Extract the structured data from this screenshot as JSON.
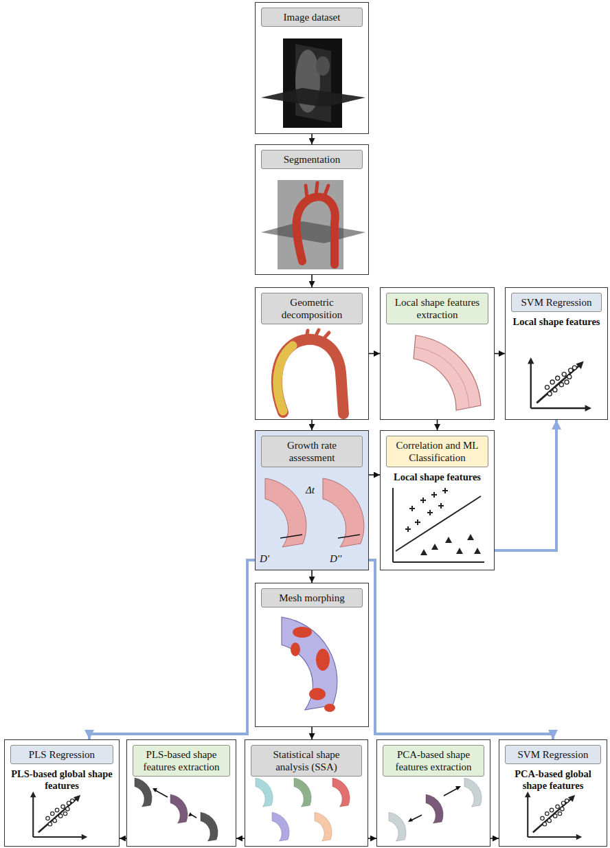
{
  "diagram": {
    "nodes": [
      {
        "text": [
          "Image dataset"
        ]
      },
      {
        "text": [
          "Segmentation"
        ]
      },
      {
        "text": [
          "Geometric decomposition"
        ]
      },
      {
        "text": [
          "Local shape features extraction"
        ]
      },
      {
        "text": [
          "SVM Regression",
          "Local shape features"
        ]
      },
      {
        "text": [
          "Growth rate assessment"
        ]
      },
      {
        "text": [
          "Correlation and ML Classification",
          "Local shape features"
        ]
      },
      {
        "text": [
          "Mesh morphing"
        ]
      },
      {
        "text": [
          "PLS Regression",
          "PLS-based global shape features"
        ]
      },
      {
        "text": [
          "PLS-based shape features extraction"
        ]
      },
      {
        "text": [
          "Statistical shape analysis (SSA)"
        ]
      },
      {
        "text": [
          "PCA-based shape features extraction"
        ]
      },
      {
        "text": [
          "SVM Regression",
          "PCA-based global shape features"
        ]
      }
    ],
    "edges": [
      {
        "from": 0,
        "to": 1,
        "arrow": "to"
      },
      {
        "from": 1,
        "to": 2,
        "arrow": "to"
      },
      {
        "from": 2,
        "to": 3,
        "arrow": "to"
      },
      {
        "from": 3,
        "to": 4,
        "arrow": "to"
      },
      {
        "from": 2,
        "to": 5,
        "arrow": "to"
      },
      {
        "from": 5,
        "to": 6,
        "arrow": "to"
      },
      {
        "from": 3,
        "to": 6,
        "arrow": "to"
      },
      {
        "from": 6,
        "to": 4,
        "arrow": "to"
      },
      {
        "from": 5,
        "to": 7,
        "arrow": "to"
      },
      {
        "from": 7,
        "to": 10,
        "arrow": "to"
      },
      {
        "from": 10,
        "to": 9,
        "arrow": "to"
      },
      {
        "from": 9,
        "to": 8,
        "arrow": "to"
      },
      {
        "from": 10,
        "to": 11,
        "arrow": "to"
      },
      {
        "from": 11,
        "to": 12,
        "arrow": "to"
      },
      {
        "from": 5,
        "to": 8,
        "arrow": "to"
      },
      {
        "from": 5,
        "to": 12,
        "arrow": "to"
      }
    ],
    "labels": [
      "Δt",
      "D′",
      "D′′"
    ]
  }
}
